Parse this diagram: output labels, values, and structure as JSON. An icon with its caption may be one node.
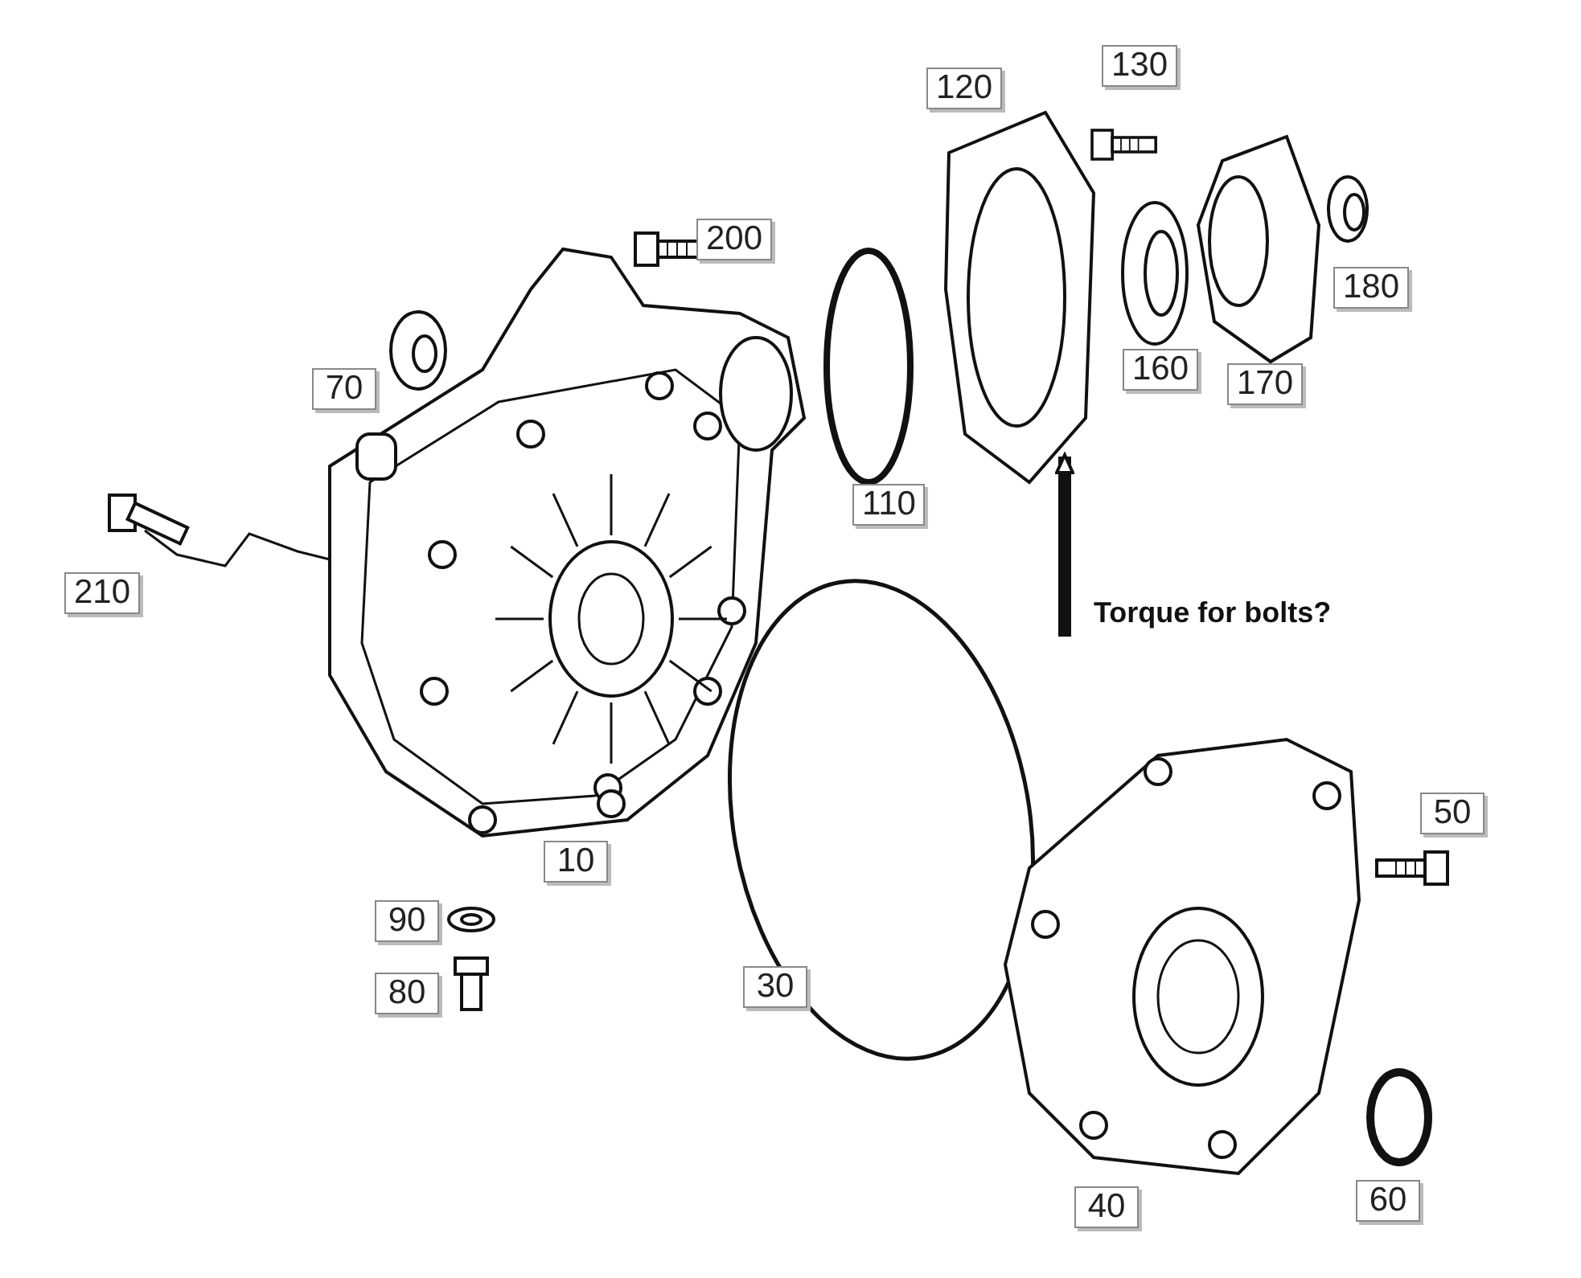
{
  "diagram": {
    "nodes": [
      {
        "text": [
          "Torque for bolts?"
        ]
      },
      {
        "text": [],
        "shape": "picture"
      }
    ],
    "edges": [
      {
        "from": 0,
        "to": 1,
        "arrow": "to"
      }
    ],
    "labels": [
      "130",
      "120",
      "200",
      "180",
      "70",
      "160",
      "170",
      "110",
      "210",
      "10",
      "50",
      "90",
      "30",
      "80",
      "60",
      "40"
    ]
  }
}
